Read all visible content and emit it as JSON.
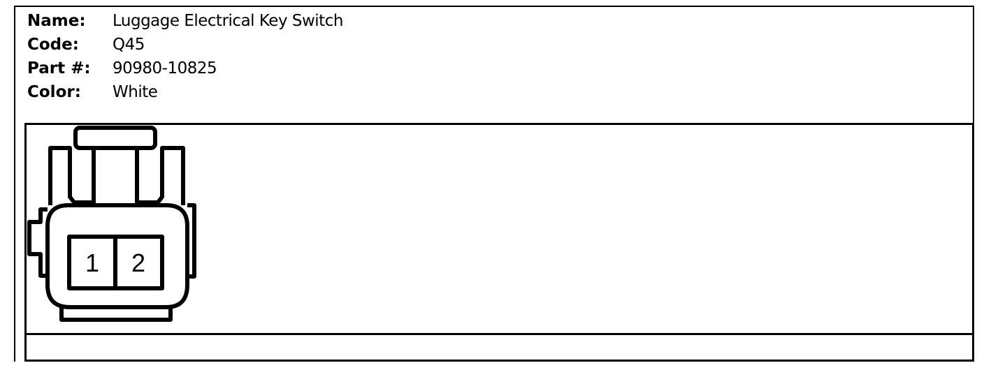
{
  "connector": {
    "name_label": "Name:",
    "name_value": "Luggage Electrical Key Switch",
    "code_label": "Code:",
    "code_value": "Q45",
    "part_label": "Part #:",
    "part_value": "90980-10825",
    "color_label": "Color:",
    "color_value": "White"
  },
  "pins": [
    {
      "number": "1"
    },
    {
      "number": "2"
    }
  ]
}
